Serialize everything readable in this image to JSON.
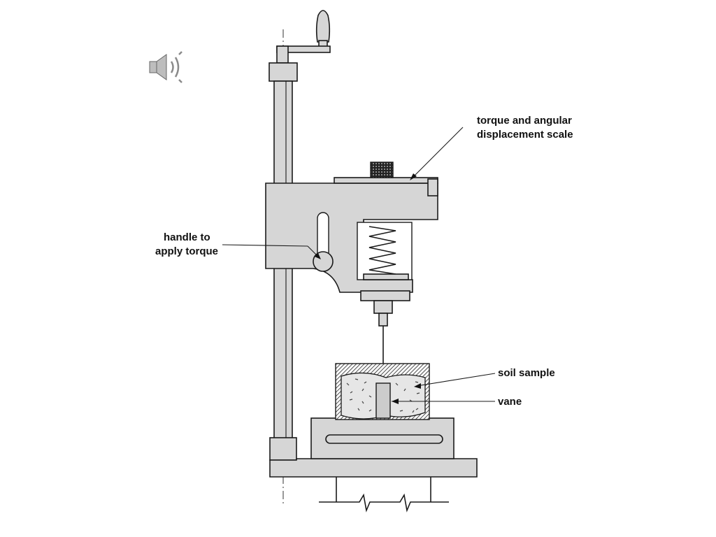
{
  "labels": {
    "torque_scale_line1": "torque and angular",
    "torque_scale_line2": "displacement scale",
    "handle_line1": "handle to",
    "handle_line2": "apply torque",
    "soil_sample": "soil sample",
    "vane": "vane"
  },
  "icons": {
    "audio": "speaker-icon"
  }
}
